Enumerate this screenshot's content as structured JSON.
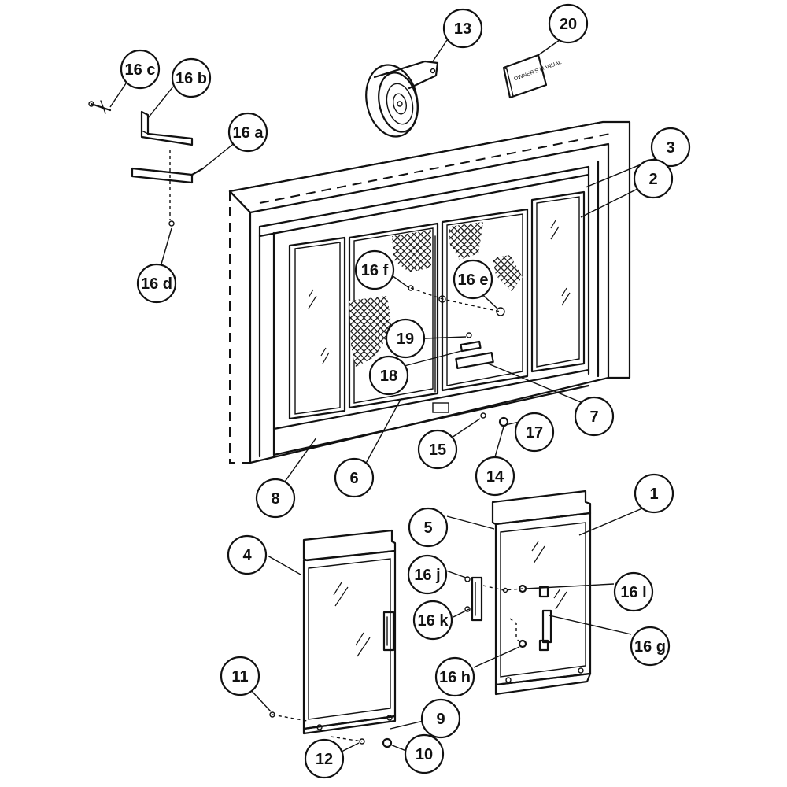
{
  "diagram": {
    "callouts": [
      {
        "id": "16c",
        "label": "16 c"
      },
      {
        "id": "16b",
        "label": "16 b"
      },
      {
        "id": "16a",
        "label": "16 a"
      },
      {
        "id": "16d",
        "label": "16 d"
      },
      {
        "id": "13",
        "label": "13"
      },
      {
        "id": "20",
        "label": "20"
      },
      {
        "id": "3",
        "label": "3"
      },
      {
        "id": "2",
        "label": "2"
      },
      {
        "id": "16f",
        "label": "16 f"
      },
      {
        "id": "16e",
        "label": "16 e"
      },
      {
        "id": "19",
        "label": "19"
      },
      {
        "id": "18",
        "label": "18"
      },
      {
        "id": "7",
        "label": "7"
      },
      {
        "id": "17",
        "label": "17"
      },
      {
        "id": "15",
        "label": "15"
      },
      {
        "id": "14",
        "label": "14"
      },
      {
        "id": "6",
        "label": "6"
      },
      {
        "id": "8",
        "label": "8"
      },
      {
        "id": "1",
        "label": "1"
      },
      {
        "id": "5",
        "label": "5"
      },
      {
        "id": "4",
        "label": "4"
      },
      {
        "id": "16j",
        "label": "16 j"
      },
      {
        "id": "16k",
        "label": "16 k"
      },
      {
        "id": "16l",
        "label": "16 l"
      },
      {
        "id": "16g",
        "label": "16 g"
      },
      {
        "id": "16h",
        "label": "16 h"
      },
      {
        "id": "11",
        "label": "11"
      },
      {
        "id": "9",
        "label": "9"
      },
      {
        "id": "12",
        "label": "12"
      },
      {
        "id": "10",
        "label": "10"
      }
    ],
    "manual_text": "OWNER'S MANUAL",
    "colors": {
      "line": "#111111",
      "background": "#ffffff"
    }
  }
}
